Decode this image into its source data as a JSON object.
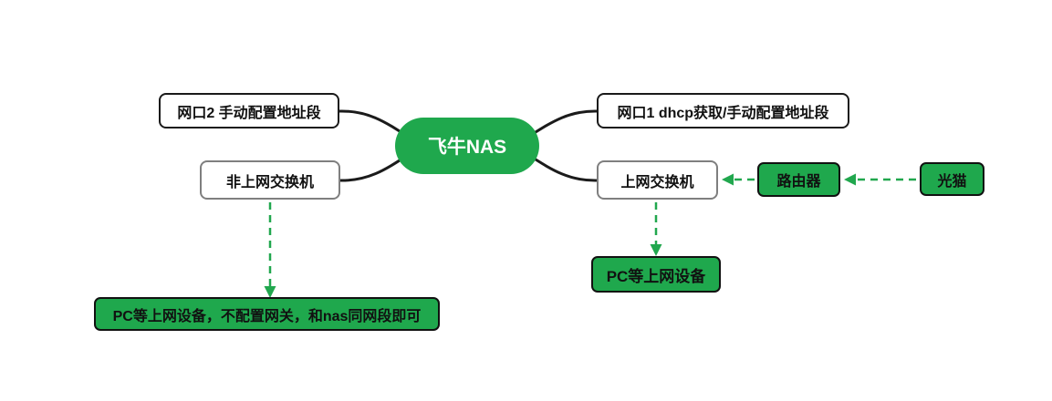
{
  "nodes": {
    "nas": {
      "label": "飞牛NAS"
    },
    "port2": {
      "label": "网口2 手动配置地址段"
    },
    "switch_offline": {
      "label": "非上网交换机"
    },
    "port1": {
      "label": "网口1 dhcp获取/手动配置地址段"
    },
    "switch_online": {
      "label": "上网交换机"
    },
    "router": {
      "label": "路由器"
    },
    "modem": {
      "label": "光猫"
    },
    "pc_online": {
      "label": "PC等上网设备"
    },
    "pc_offline": {
      "label": "PC等上网设备，不配置网关，和nas同网段即可"
    }
  },
  "colors": {
    "node_green": "#1fa84d",
    "arrow_green": "#21a74e",
    "branch_black": "#1b1b1b",
    "gray_border": "#7f7f7f",
    "black_border": "#111111",
    "center_text": "#ffffff",
    "box_text": "#111111"
  }
}
